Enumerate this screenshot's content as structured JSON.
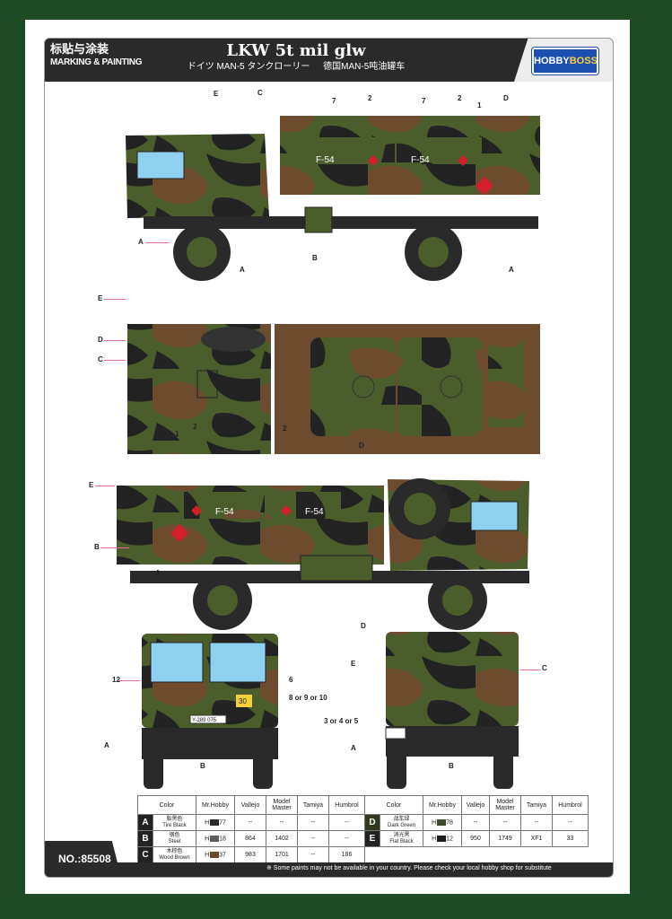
{
  "header": {
    "left_zh": "标贴与涂装",
    "left_en": "MARKING & PAINTING",
    "title": "LKW 5t mil glw",
    "sub_jp": "ドイツ MAN-5 タンクローリー",
    "sub_cn": "德国MAN-5吨油罐车",
    "logo_a": "HOBBY",
    "logo_b": "BOSS"
  },
  "callouts": {
    "A": "A",
    "B": "B",
    "C": "C",
    "D": "D",
    "E": "E",
    "n1": "1",
    "n2": "2",
    "n7": "7",
    "n6": "6",
    "n12": "12",
    "n8": "8 or 9 or 10",
    "n3": "3 or 4 or 5"
  },
  "markings": {
    "f54": "F-54",
    "plate": "Y-289 075",
    "load": "30"
  },
  "table": {
    "headers": [
      "Color",
      "Mr.Hobby",
      "Vallejo",
      "Model Master",
      "Tamiya",
      "Humbrol"
    ],
    "left": [
      {
        "letter": "A",
        "zh": "胎黑色",
        "en": "Tire Black",
        "mrhobby": "H",
        "code": "77",
        "vallejo": "--",
        "mm": "--",
        "tamiya": "--",
        "humbrol": "--",
        "color": "#2b2b2b"
      },
      {
        "letter": "B",
        "zh": "钢色",
        "en": "Steel",
        "mrhobby": "H",
        "code": "18",
        "vallejo": "864",
        "mm": "1402",
        "tamiya": "--",
        "humbrol": "--",
        "color": "#5b5e62"
      },
      {
        "letter": "C",
        "zh": "木棕色",
        "en": "Wood Brown",
        "mrhobby": "H",
        "code": "37",
        "vallejo": "983",
        "mm": "1701",
        "tamiya": "--",
        "humbrol": "186",
        "color": "#6b4a2e"
      }
    ],
    "right": [
      {
        "letter": "D",
        "zh": "战车绿",
        "en": "Dark Green",
        "mrhobby": "H",
        "code": "78",
        "vallejo": "--",
        "mm": "--",
        "tamiya": "--",
        "humbrol": "--",
        "color": "#3e4a2a"
      },
      {
        "letter": "E",
        "zh": "消光黑",
        "en": "Flat Black",
        "mrhobby": "H",
        "code": "12",
        "vallejo": "950",
        "mm": "1749",
        "tamiya": "XF1",
        "humbrol": "33",
        "color": "#1d1d1d"
      }
    ]
  },
  "footer": {
    "number": "NO.:85508",
    "note": "※ Some paints may not be available in your country. Please check your local hobby shop for substitute"
  },
  "colors": {
    "green": "#4a5d2a",
    "brown": "#6d4b2e",
    "black": "#222",
    "pink": "#e46a9a"
  }
}
